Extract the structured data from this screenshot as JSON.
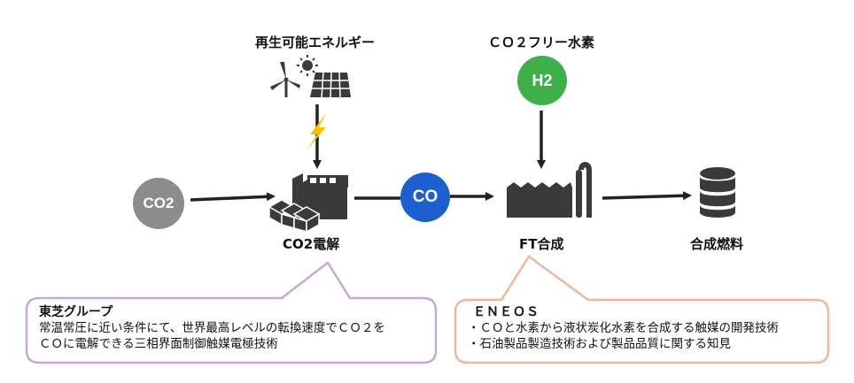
{
  "labels": {
    "renewable": "再生可能エネルギー",
    "co2_free_h2": "ＣＯ２フリー水素",
    "electrolysis": "CO2電解",
    "ft_synthesis": "FT合成",
    "synthetic_fuel": "合成燃料"
  },
  "nodes": {
    "co2": "CO2",
    "co": "CO",
    "h2": "H2"
  },
  "colors": {
    "co2_gray": "#8c8c8c",
    "co_blue": "#1e5fd0",
    "h2_green": "#3db04a",
    "toshiba_border": "#c8a8d8",
    "eneos_border": "#f0b89a",
    "bolt": "#f5c400",
    "icon_dark": "#3a3a3a"
  },
  "callouts": {
    "toshiba": {
      "title": "東芝グループ",
      "lines": [
        "常温常圧に近い条件にて、世界最高レベルの転換速度でＣＯ２を",
        "ＣＯに電解できる三相界面制御触媒電極技術"
      ]
    },
    "eneos": {
      "title": "ＥＮＥＯＳ",
      "lines": [
        "・ＣＯと水素から液状炭化水素を合成する触媒の開発技術",
        "・石油製品製造技術および製品品質に関する知見"
      ]
    }
  }
}
